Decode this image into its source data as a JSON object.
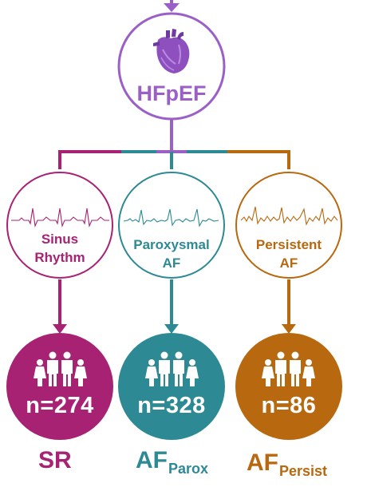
{
  "colors": {
    "hfpef": "#9b5fc8",
    "sinus": "#a82274",
    "parox": "#2d8a94",
    "persist": "#b8680e"
  },
  "top": {
    "label": "HFpEF",
    "icon": "heart-icon"
  },
  "branches": [
    {
      "id": "sinus",
      "label_lines": [
        "Sinus",
        "Rhythm"
      ],
      "count": "n=274",
      "group": "SR",
      "group_sub": ""
    },
    {
      "id": "parox",
      "label_lines": [
        "Paroxysmal",
        "AF"
      ],
      "count": "n=328",
      "group": "AF",
      "group_sub": "Parox"
    },
    {
      "id": "persist",
      "label_lines": [
        "Persistent",
        "AF"
      ],
      "count": "n=86",
      "group": "AF",
      "group_sub": "Persist"
    }
  ],
  "icons": {
    "patients": "people-group-icon",
    "rhythm": "ecg-trace-icon"
  }
}
